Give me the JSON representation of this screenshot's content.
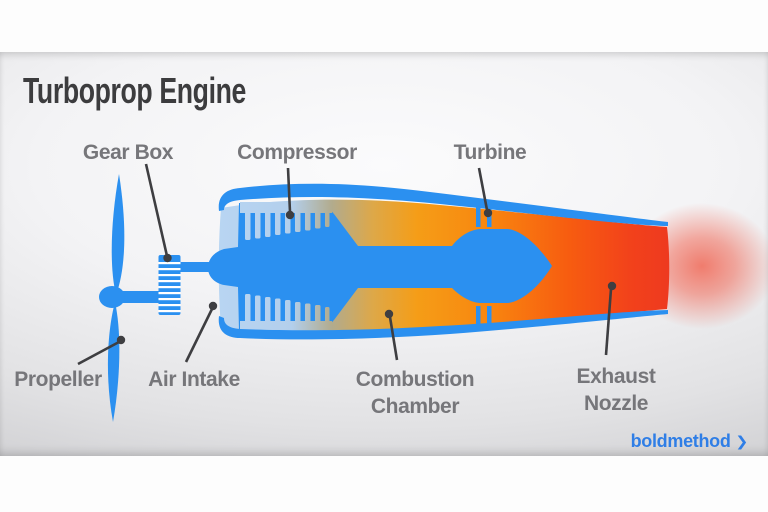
{
  "header": {
    "title": "Turboprop Engine"
  },
  "diagram": {
    "labels": {
      "gear_box": "Gear Box",
      "compressor": "Compressor",
      "turbine": "Turbine",
      "propeller": "Propeller",
      "air_intake": "Air Intake",
      "combustion_chamber": "Combustion Chamber",
      "exhaust_nozzle": "Exhaust Nozzle"
    },
    "colors": {
      "engine_blue": "#2b90f0",
      "intake_light_blue": "#b8d5f2",
      "combustion_gold": "#dda849",
      "combustion_orange": "#f8860f",
      "exhaust_red": "#ee3a1f",
      "glow_red": "#f03e26",
      "label_gray": "#76767a",
      "title_charcoal": "#3c3c3e",
      "leader_line": "#3e3e41",
      "brand_blue": "#2f7ee6"
    }
  },
  "footer": {
    "brand": "boldmethod",
    "chevron": "❯"
  }
}
